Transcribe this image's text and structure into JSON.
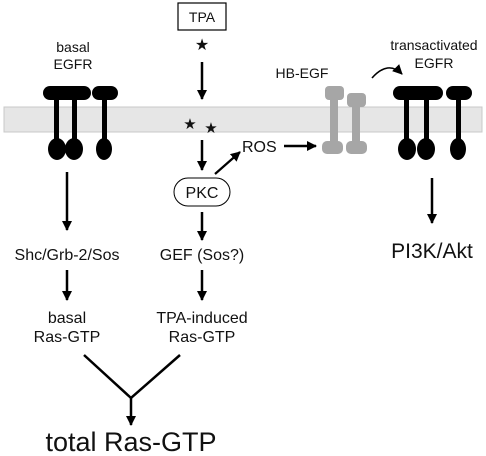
{
  "labels": {
    "tpa": "TPA",
    "basal_egfr_line1": "basal",
    "basal_egfr_line2": "EGFR",
    "hb_egf": "HB-EGF",
    "transactivated_line1": "transactivated",
    "transactivated_line2": "EGFR",
    "ros": "ROS",
    "pkc": "PKC",
    "shc": "Shc/Grb-2/Sos",
    "gef": "GEF (Sos?)",
    "basal_ras_line1": "basal",
    "basal_ras_line2": "Ras-GTP",
    "tpa_ras_line1": "TPA-induced",
    "tpa_ras_line2": "Ras-GTP",
    "pi3k": "PI3K/Akt",
    "total": "total Ras-GTP"
  },
  "colors": {
    "membrane": "#e6e6e6",
    "membrane_edge": "#c8c8c8",
    "receptor": "#000000",
    "hb_egf": "#a6a6a6",
    "text": "#111111"
  }
}
